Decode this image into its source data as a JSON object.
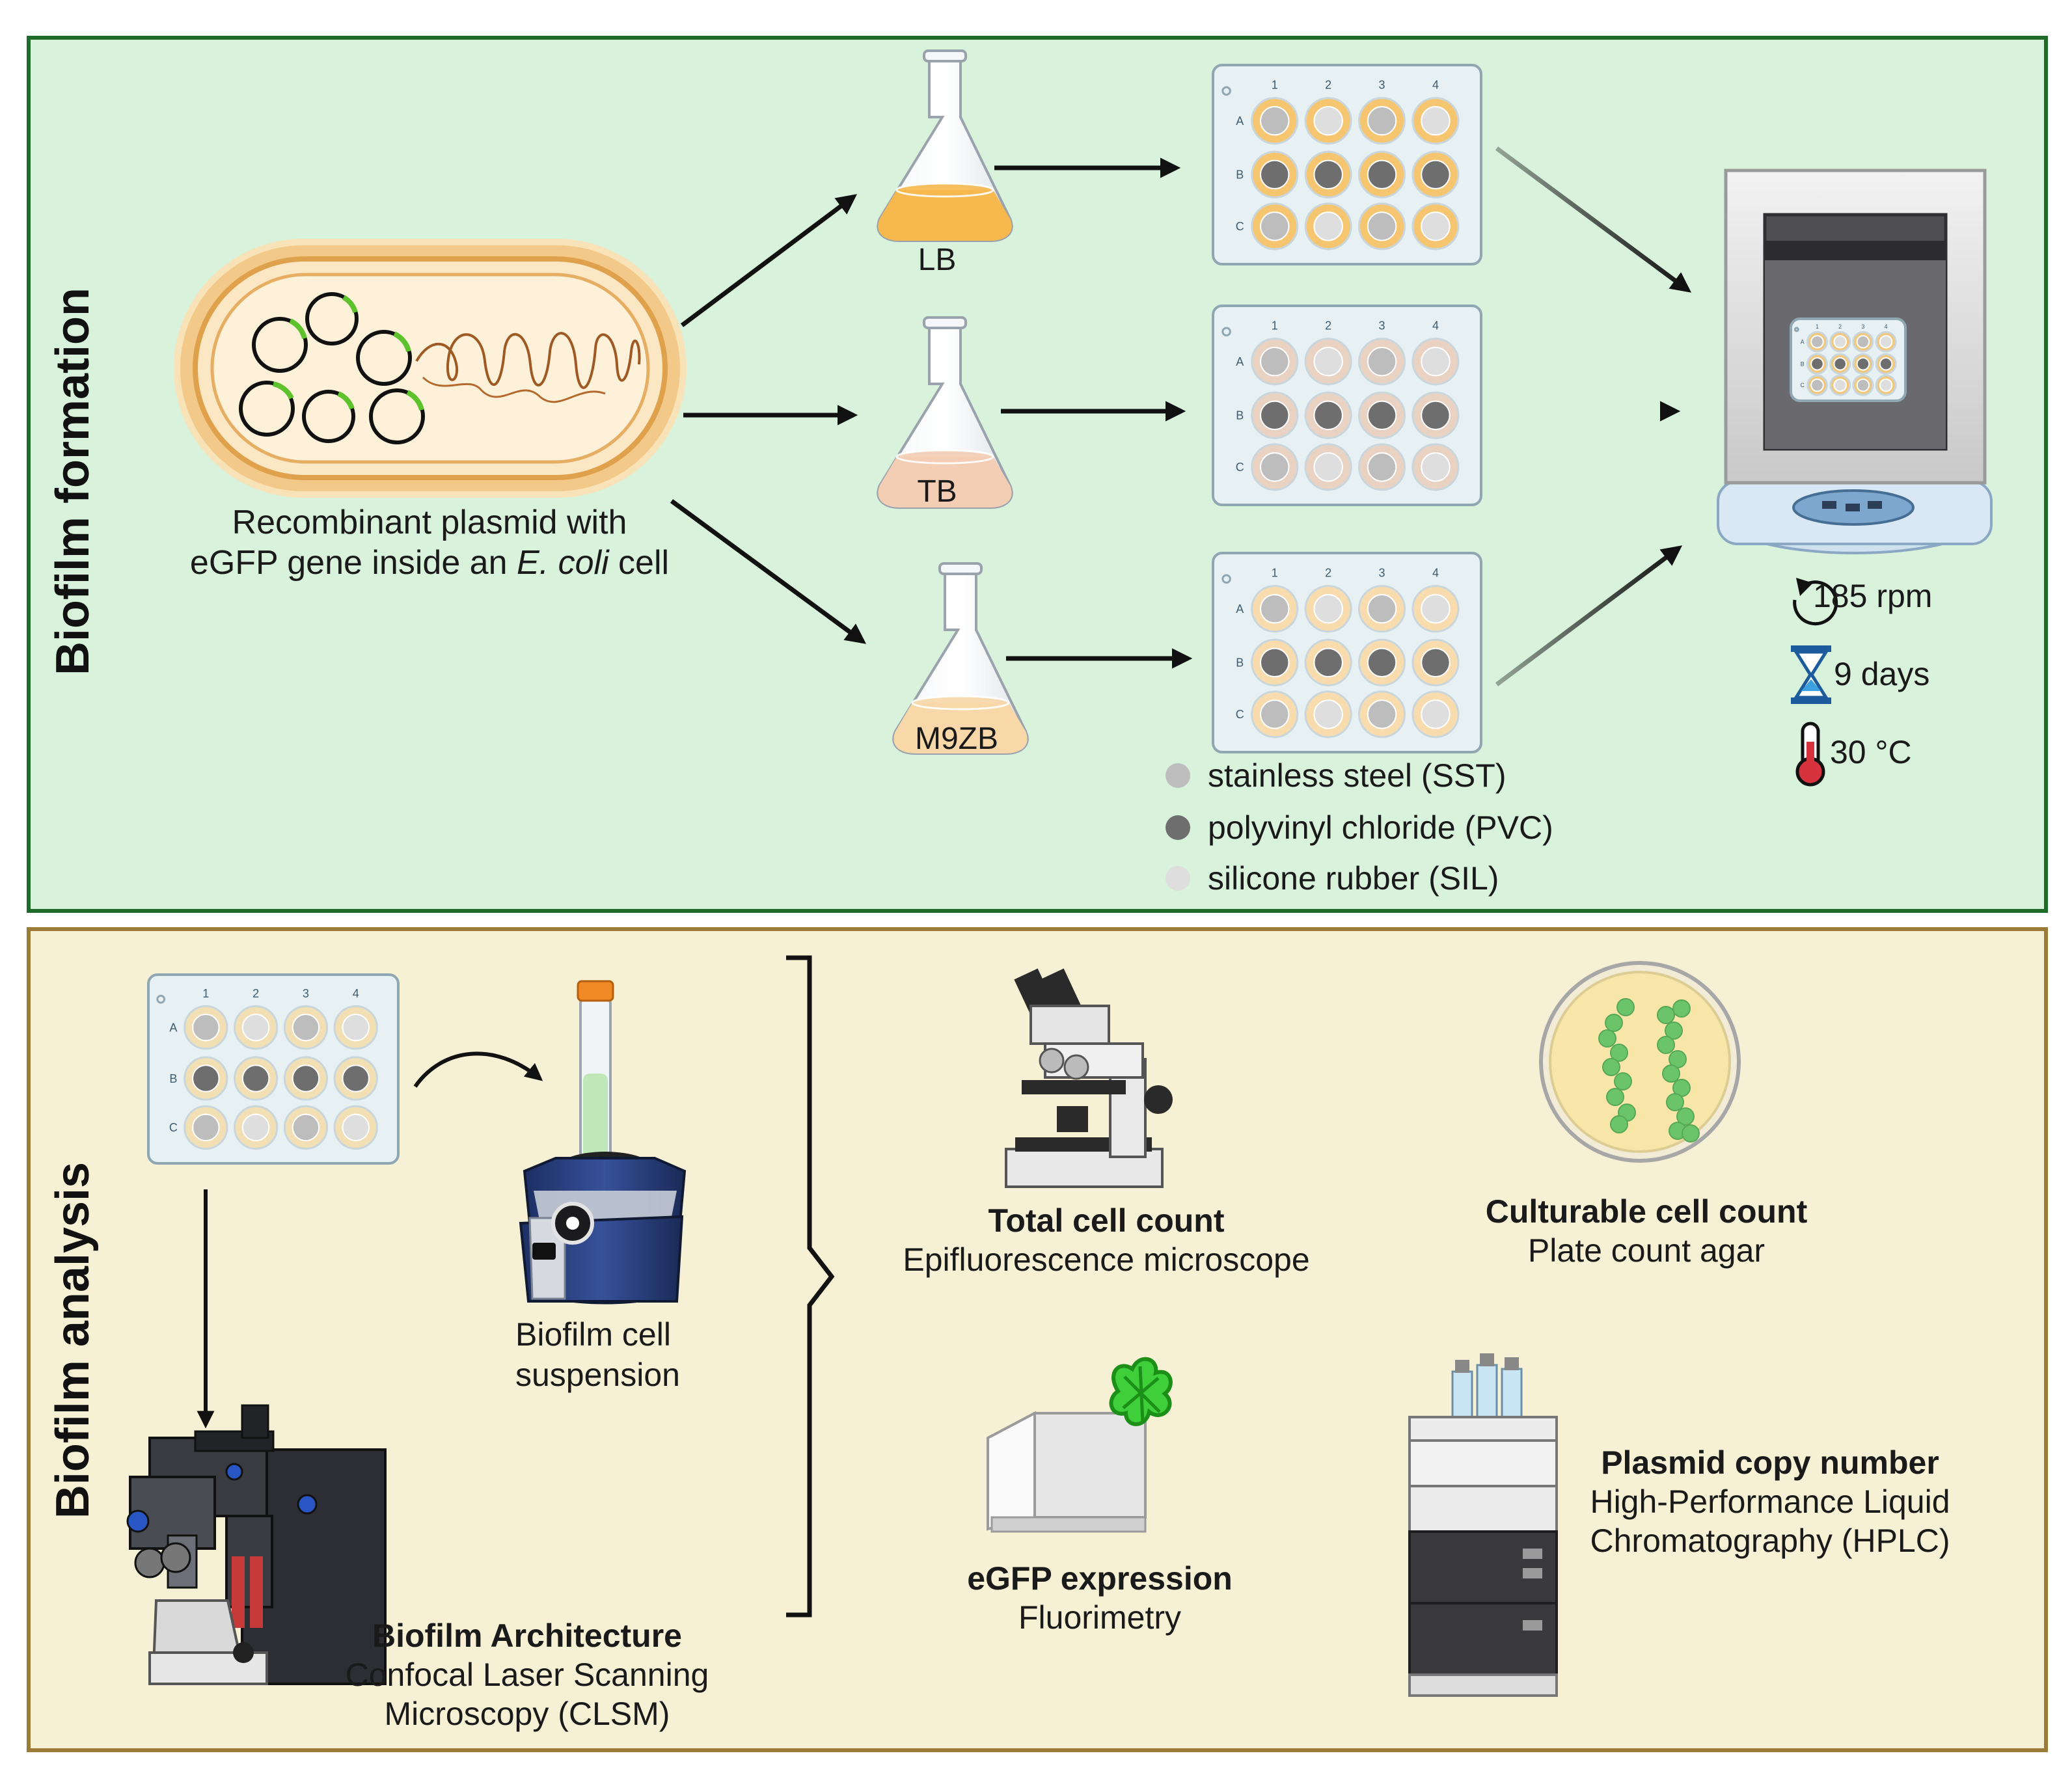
{
  "panels": {
    "formation": {
      "title": "Biofilm formation",
      "fill": "#d9f2dc",
      "border": "#1f6b2a"
    },
    "analysis": {
      "title": "Biofilm analysis",
      "fill": "#f6f1d4",
      "border": "#9c7a38"
    }
  },
  "cell": {
    "caption_line1": "Recombinant plasmid with",
    "caption_pre": "eGFP gene inside an ",
    "caption_italic": "E. coli",
    "caption_post": " cell"
  },
  "media": [
    {
      "label": "LB",
      "liquid": "#f7b84e"
    },
    {
      "label": "TB",
      "liquid": "#f3cdb4"
    },
    {
      "label": "M9ZB",
      "liquid": "#f8d8a8"
    }
  ],
  "plate": {
    "columns": [
      "1",
      "2",
      "3",
      "4"
    ],
    "rows": [
      "A",
      "B",
      "C"
    ]
  },
  "materials": [
    {
      "label": "stainless steel (SST)",
      "color": "#bdbdbd"
    },
    {
      "label": "polyvinyl chloride (PVC)",
      "color": "#6e6e6e"
    },
    {
      "label": "silicone rubber (SIL)",
      "color": "#dedede"
    }
  ],
  "incubation": [
    {
      "icon": "rotation-icon",
      "text": "185 rpm"
    },
    {
      "icon": "hourglass-icon",
      "text": "9 days"
    },
    {
      "icon": "thermometer-icon",
      "text": "30 °C"
    }
  ],
  "analysis": {
    "suspension": [
      "Biofilm cell",
      "suspension"
    ],
    "clsm": {
      "title": "Biofilm Architecture",
      "lines": [
        "Confocal Laser Scanning",
        "Microscopy (CLSM)"
      ]
    },
    "total": {
      "title": "Total cell count",
      "lines": [
        "Epifluorescence microscope"
      ]
    },
    "culturable": {
      "title": "Culturable cell count",
      "lines": [
        "Plate count agar"
      ]
    },
    "egfp": {
      "title": "eGFP expression",
      "lines": [
        "Fluorimetry"
      ]
    },
    "plasmid": {
      "title": "Plasmid copy number",
      "lines": [
        "High-Performance Liquid",
        "Chromatography (HPLC)"
      ]
    }
  }
}
